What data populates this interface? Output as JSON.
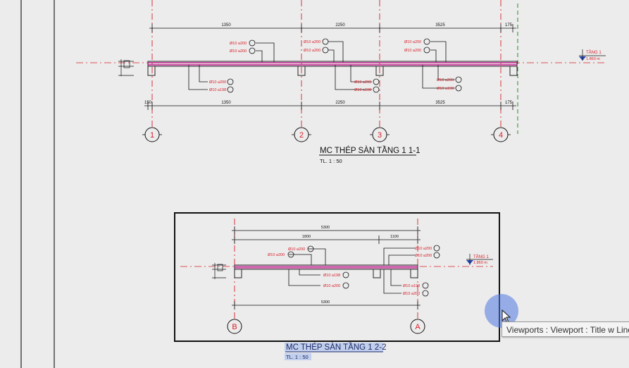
{
  "view1": {
    "title": "MC THÉP SÀN TẦNG 1 1-1",
    "scale": "TL. 1 : 50",
    "dims_top": [
      "1350",
      "2250",
      "3525",
      "175"
    ],
    "dims_bottom": [
      "150",
      "1350",
      "2250",
      "3525",
      "175"
    ],
    "bars": [
      "Ø10 a200",
      "Ø10 a200",
      "Ø10 a200",
      "Ø10 a200",
      "Ø10 a200",
      "Ø10 a200",
      "Ø10 a200",
      "Ø10 a198",
      "Ø10 a200",
      "Ø10 a198",
      "Ø10 a200",
      "Ø10 a198"
    ],
    "grids": [
      "1",
      "2",
      "3",
      "4"
    ],
    "level_name": "TẦNG 1",
    "level_value": "1.860 m"
  },
  "view2": {
    "title": "MC THÉP SÀN TẦNG 1 2-2",
    "scale": "TL. 1 : 50",
    "dims_top": [
      "5300",
      "1800",
      "1100"
    ],
    "dims_bottom": [
      "5300"
    ],
    "bars": [
      "Ø10 a200",
      "Ø10 a200",
      "Ø10 a200",
      "Ø10 a200",
      "Ø10 a198",
      "Ø10 a200",
      "Ø10 a198",
      "Ø10 a200"
    ],
    "grids": [
      "B",
      "A"
    ],
    "level_name": "TẦNG 1",
    "level_value": "1.860 m"
  },
  "tooltip": "Viewports : Viewport : Title w Line",
  "colors": {
    "grid": "#d8202a",
    "slab": "#c0188c",
    "paper": "#ececec",
    "ink": "#111111"
  }
}
